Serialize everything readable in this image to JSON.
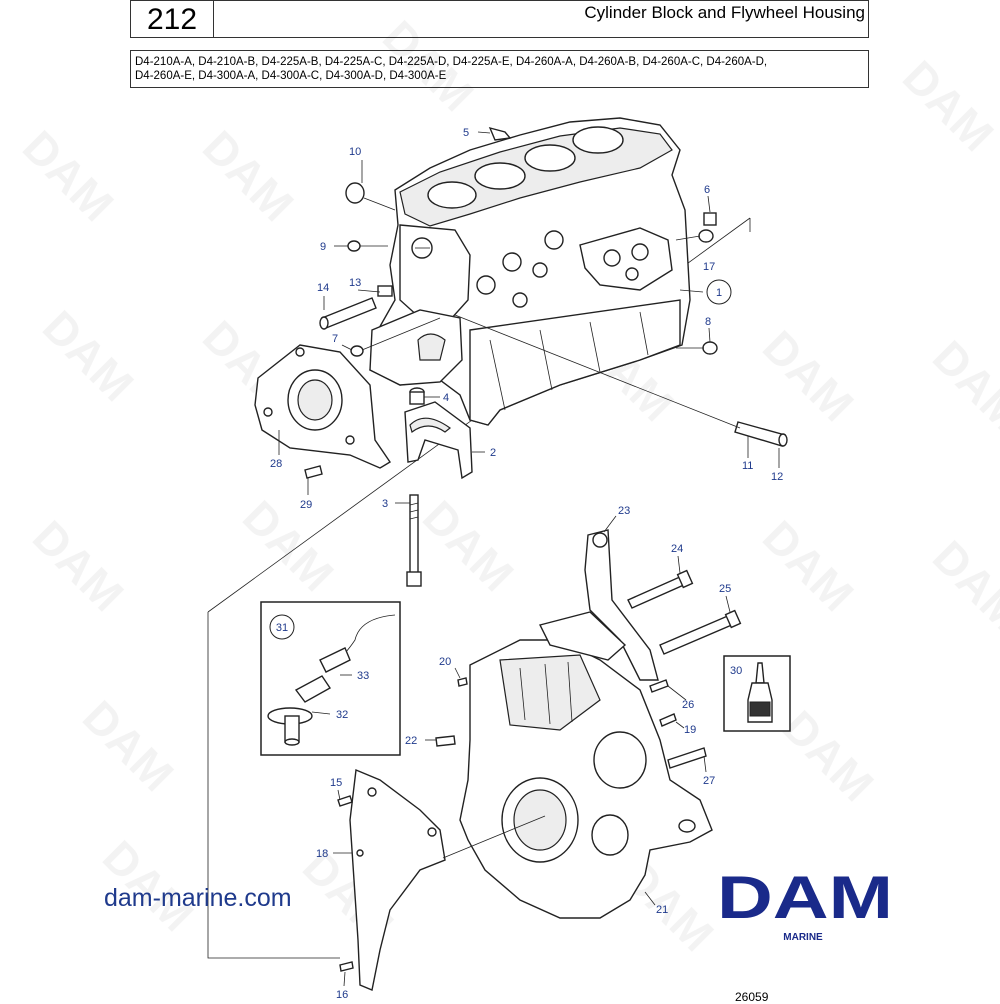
{
  "header": {
    "page_number": "212",
    "title": "Cylinder Block and Flywheel Housing",
    "models_line1": "D4-210A-A, D4-210A-B, D4-225A-B, D4-225A-C, D4-225A-D, D4-225A-E, D4-260A-A, D4-260A-B, D4-260A-C, D4-260A-D,",
    "models_line2": "D4-260A-E, D4-300A-A, D4-300A-C, D4-300A-D, D4-300A-E"
  },
  "callouts": {
    "c1": "1",
    "c2": "2",
    "c3": "3",
    "c4": "4",
    "c5": "5",
    "c6": "6",
    "c7": "7",
    "c8": "8",
    "c9": "9",
    "c10": "10",
    "c11": "11",
    "c12": "12",
    "c13": "13",
    "c14": "14",
    "c15": "15",
    "c16": "16",
    "c17": "17",
    "c18": "18",
    "c19": "19",
    "c20": "20",
    "c21": "21",
    "c22": "22",
    "c23": "23",
    "c24": "24",
    "c25": "25",
    "c26": "26",
    "c27": "27",
    "c28": "28",
    "c29": "29",
    "c30": "30",
    "c31": "31",
    "c32": "32",
    "c33": "33"
  },
  "footer": {
    "site_url": "dam-marine.com",
    "logo_text": "DAM",
    "logo_subtext": "MARINE",
    "figure_number": "26059",
    "watermark": "DAM"
  },
  "colors": {
    "callout_blue": "#1f3a8c",
    "logo_blue": "#1a2a8a"
  }
}
